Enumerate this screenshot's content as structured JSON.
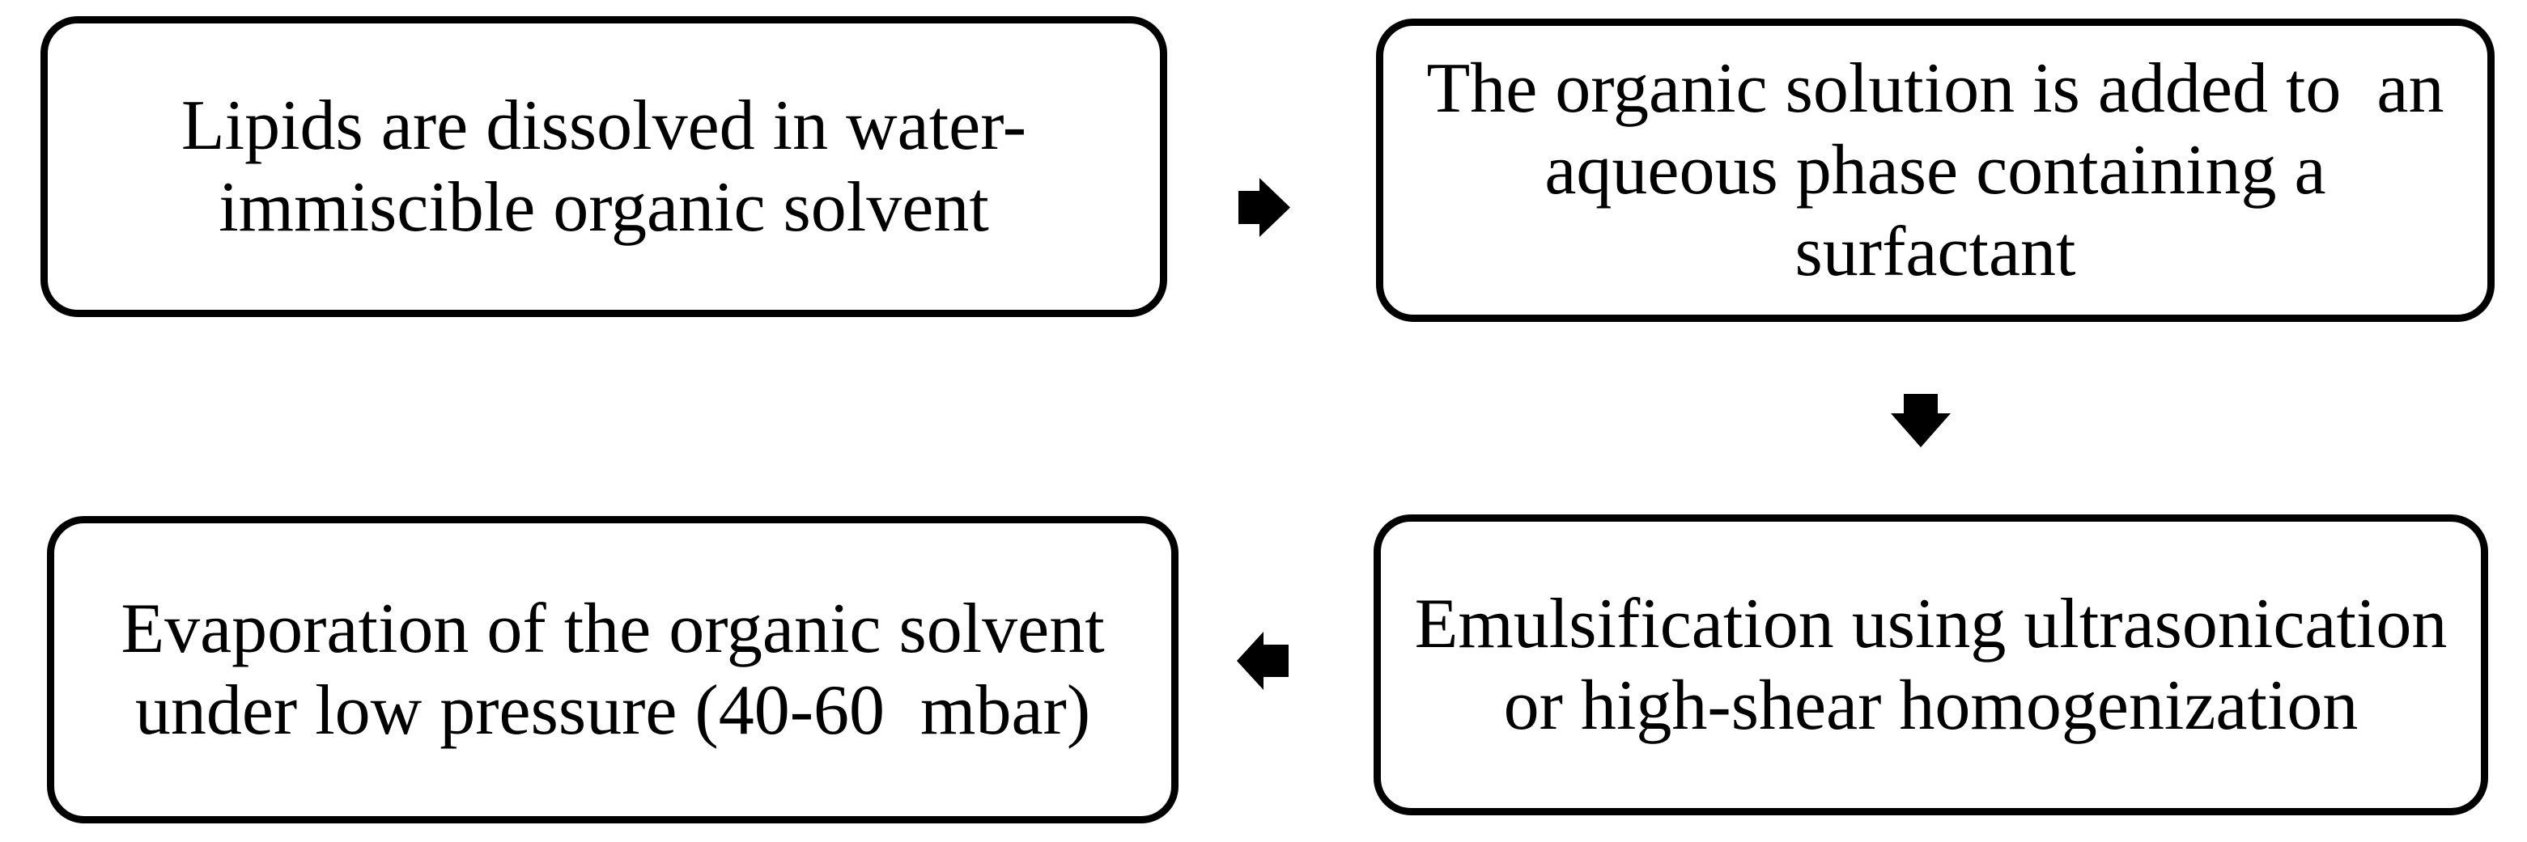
{
  "page": {
    "background": "#ffffff",
    "ink": "#000000"
  },
  "diagram": {
    "type": "flowchart",
    "steps": [
      {
        "id": "step-1",
        "label": "Lipids are dissolved in water-\nimmiscible organic solvent"
      },
      {
        "id": "step-2",
        "label": "The organic solution is added to  an\naqueous phase containing a\nsurfactant"
      },
      {
        "id": "step-3",
        "label": "Emulsification using ultrasonication\nor high-shear homogenization"
      },
      {
        "id": "step-4",
        "label": "Evaporation of the organic solvent\nunder low pressure (40-60  mbar)"
      }
    ],
    "arrows": [
      {
        "name": "arrow-right",
        "direction": "right"
      },
      {
        "name": "arrow-down",
        "direction": "down"
      },
      {
        "name": "arrow-left",
        "direction": "left"
      }
    ]
  }
}
